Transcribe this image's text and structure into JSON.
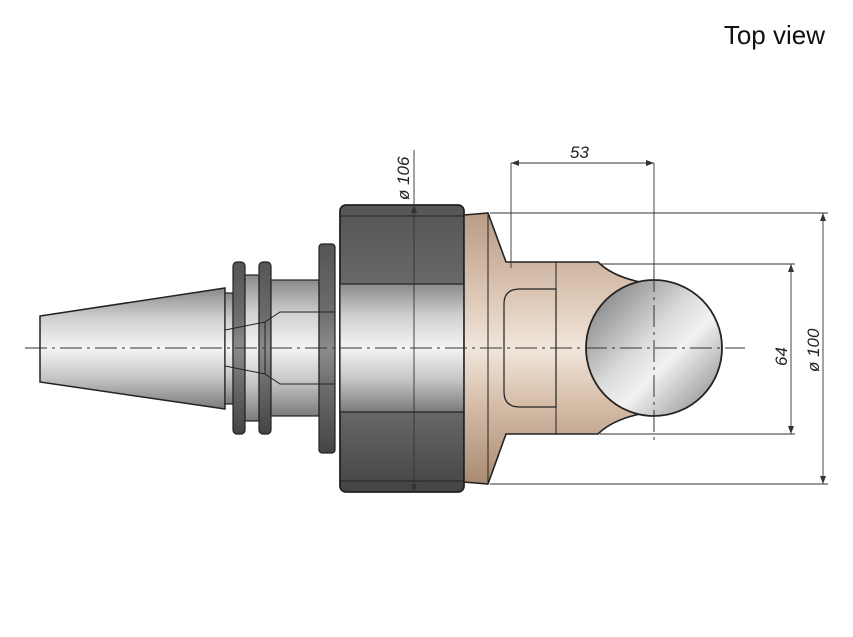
{
  "title": "Top view",
  "dimensions": {
    "flange_diameter": "ø 106",
    "offset_length": "53",
    "ball_diameter": "64",
    "overall_diameter": "ø 100"
  },
  "colors": {
    "steel_dark": "#4a4a4a",
    "steel_light": "#e8e8e8",
    "bronze": "#d9c2b0",
    "line": "#222222"
  }
}
